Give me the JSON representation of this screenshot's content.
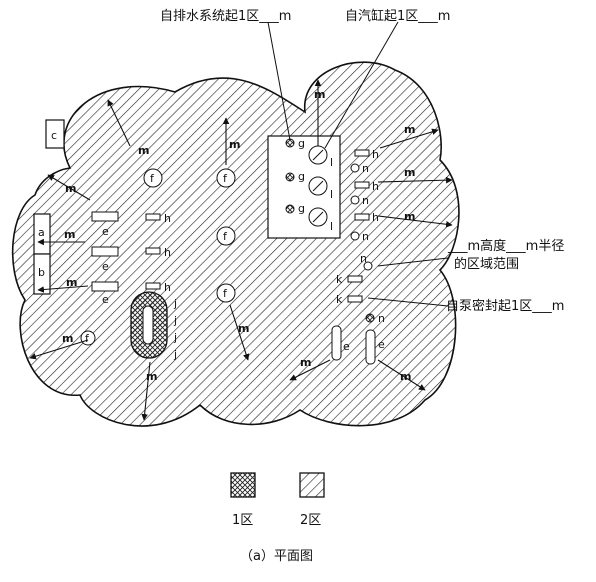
{
  "callouts": {
    "drainage": "自排水系统起1区___m",
    "cylinder": "自汽缸起1区___m",
    "height_radius_1": "___m高度___m半径",
    "height_radius_2": "的区域范围",
    "pump_seal": "自泵密封起1区___m"
  },
  "dimension_unit": "m",
  "labels": {
    "a": "a",
    "b": "b",
    "c": "c",
    "e": "e",
    "f": "f",
    "g": "g",
    "h": "h",
    "j": "j",
    "k": "k",
    "l": "l",
    "n": "n"
  },
  "legend": {
    "zone1": "1区",
    "zone2": "2区"
  },
  "caption": "（a）平面图"
}
